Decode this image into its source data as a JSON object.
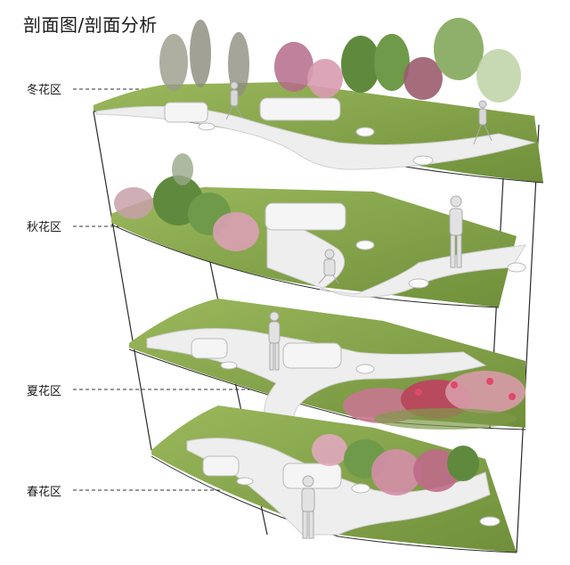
{
  "title": "剖面图/剖面分析",
  "layers": [
    {
      "label": "冬花区"
    },
    {
      "label": "秋花区"
    },
    {
      "label": "夏花区"
    },
    {
      "label": "春花区"
    }
  ],
  "colors": {
    "grass": "#8aa84c",
    "grass_dark": "#6f8f3a",
    "path": "#eeeeee",
    "path_edge": "#cfcfcf",
    "frame_line": "#2a2a2a",
    "tree_green": "#6f9a4a",
    "blossom_pink": "#d9a0b4",
    "blossom_red": "#c2485e",
    "human_figure": "#d8d8d8"
  }
}
